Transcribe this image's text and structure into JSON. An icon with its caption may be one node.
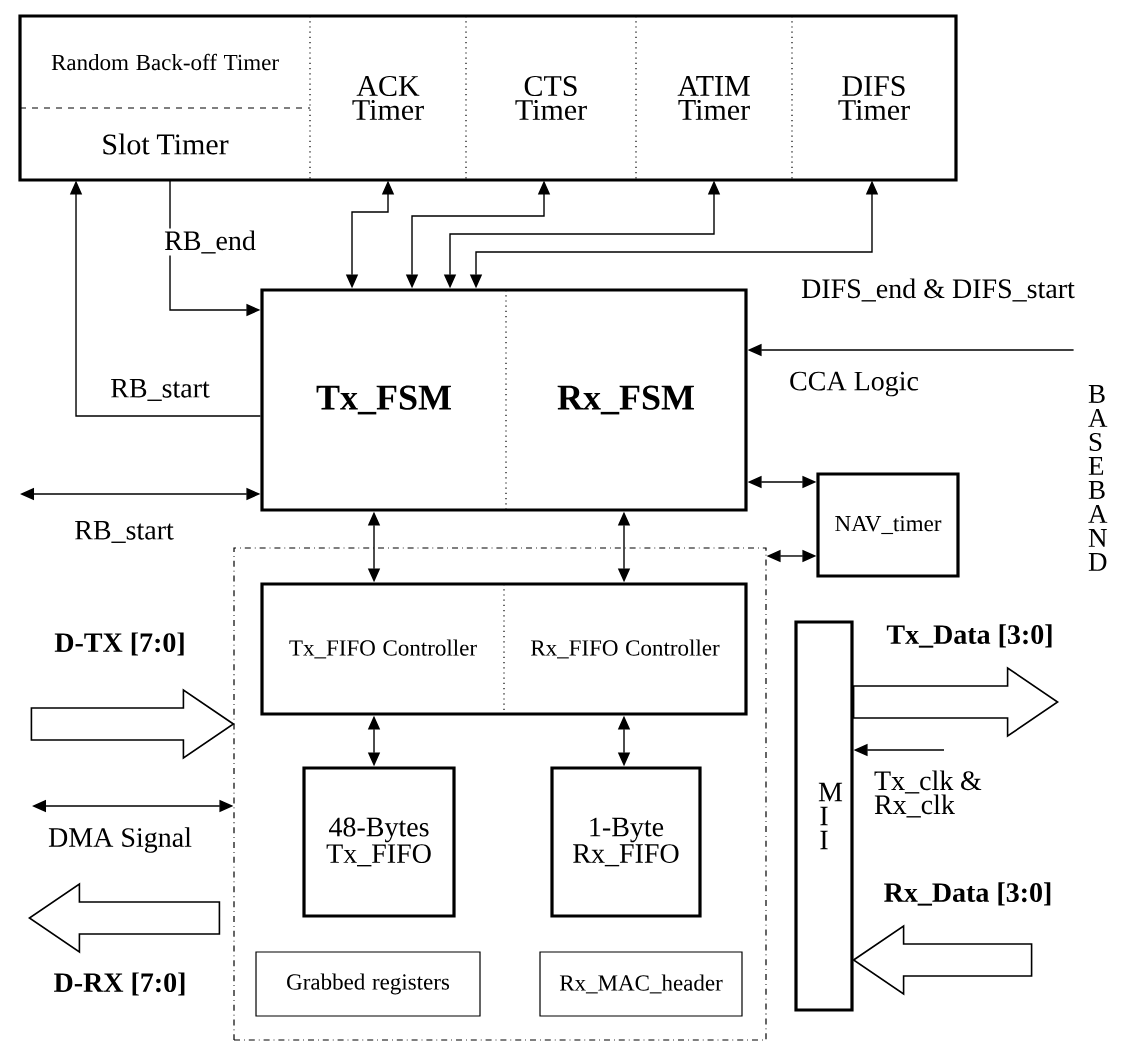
{
  "diagram": {
    "nodes": [
      {
        "text": [],
        "shape": "box"
      },
      {
        "text": [
          "Random Back-off Timer"
        ],
        "in": 0
      },
      {
        "text": [
          "Slot Timer"
        ],
        "in": 0
      },
      {
        "text": [
          "ACK Timer"
        ],
        "in": 0
      },
      {
        "text": [
          "CTS Timer"
        ],
        "in": 0
      },
      {
        "text": [
          "ATIM Timer"
        ],
        "in": 0
      },
      {
        "text": [
          "DIFS Timer"
        ],
        "in": 0
      },
      {
        "text": [],
        "shape": "box"
      },
      {
        "text": [
          "Tx_FSM"
        ],
        "in": 7
      },
      {
        "text": [
          "Rx_FSM"
        ],
        "in": 7
      },
      {
        "text": [
          "NAV_timer"
        ]
      },
      {
        "text": [],
        "shape": "box"
      },
      {
        "text": [],
        "shape": "box",
        "in": 11
      },
      {
        "text": [
          "Tx_FIFO Controller"
        ],
        "in": 12
      },
      {
        "text": [
          "Rx_FIFO Controller"
        ],
        "in": 12
      },
      {
        "text": [
          "48-Bytes Tx_FIFO"
        ],
        "in": 11
      },
      {
        "text": [
          "1-Byte Rx_FIFO"
        ],
        "in": 11
      },
      {
        "text": [
          "Grabbed registers"
        ],
        "in": 11
      },
      {
        "text": [
          "Rx_MAC_header"
        ],
        "in": 11
      },
      {
        "text": [
          "M I I"
        ]
      },
      {
        "text": [
          "B A S E B A N D"
        ]
      }
    ],
    "edges": [
      {
        "from": 7,
        "to": 2,
        "arrow": "to",
        "label": "RB_start"
      },
      {
        "from": 2,
        "to": 7,
        "arrow": "to",
        "label": "RB_end"
      },
      {
        "from": 3,
        "to": 7,
        "arrow": "both"
      },
      {
        "from": 4,
        "to": 7,
        "arrow": "both"
      },
      {
        "from": 5,
        "to": 7,
        "arrow": "both"
      },
      {
        "from": 6,
        "to": 7,
        "arrow": "both"
      },
      {
        "from": 20,
        "to": 7,
        "arrow": "to"
      },
      {
        "from": 7,
        "to": 10,
        "arrow": "both"
      },
      {
        "from": null,
        "to": 7,
        "arrow": "both",
        "label": "RB_start"
      },
      {
        "from": 7,
        "to": 12,
        "arrow": "both"
      },
      {
        "from": 7,
        "to": 12,
        "arrow": "both"
      },
      {
        "from": 10,
        "to": 11,
        "arrow": "both"
      },
      {
        "from": 12,
        "to": 15,
        "arrow": "both"
      },
      {
        "from": 12,
        "to": 16,
        "arrow": "both"
      },
      {
        "from": null,
        "to": 11,
        "arrow": "to",
        "style": "thick",
        "label": "D-TX [7:0]"
      },
      {
        "from": null,
        "to": 11,
        "arrow": "both",
        "label": "DMA Signal"
      },
      {
        "from": 11,
        "to": null,
        "arrow": "to",
        "style": "thick",
        "label": "D-RX [7:0]"
      },
      {
        "from": 19,
        "to": null,
        "arrow": "to",
        "style": "thick",
        "label": "Tx_Data [3:0]"
      },
      {
        "from": null,
        "to": 19,
        "arrow": "to",
        "label": "Tx_clk & Rx_clk"
      },
      {
        "from": null,
        "to": 19,
        "arrow": "to",
        "style": "thick",
        "label": "Rx_Data [3:0]"
      }
    ],
    "labels": [
      "DIFS_end & DIFS_start",
      "CCA Logic"
    ]
  }
}
